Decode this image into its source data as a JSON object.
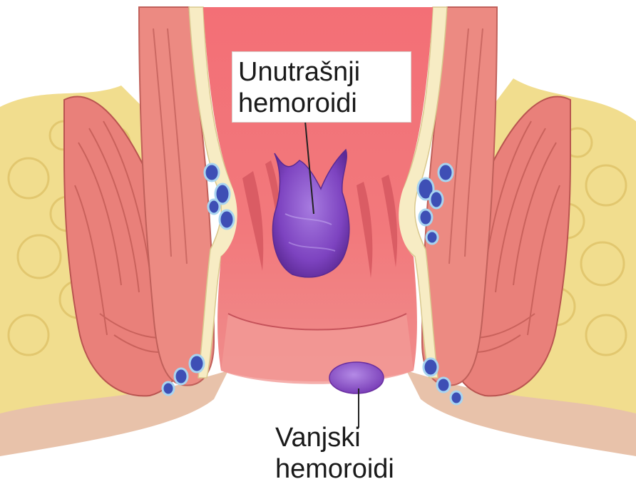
{
  "labels": {
    "internal": {
      "line1": "Unutrašnji",
      "line2": "hemoroidi"
    },
    "external": {
      "line1": "Vanjski",
      "line2": "hemoroidi"
    }
  },
  "colors": {
    "fat": "#f1dd8e",
    "fat_shade": "#e2c66a",
    "muscle": "#e9807a",
    "muscle_dark": "#c85a55",
    "lining": "#f06e72",
    "lining_light": "#f59a9a",
    "mucosa_edge": "#f7ecc4",
    "skin": "#e8c2aa",
    "vein": "#3e4fb5",
    "hemorrhoid": "#8a4fc8",
    "hemorrhoid_dark": "#6a2fa0"
  }
}
